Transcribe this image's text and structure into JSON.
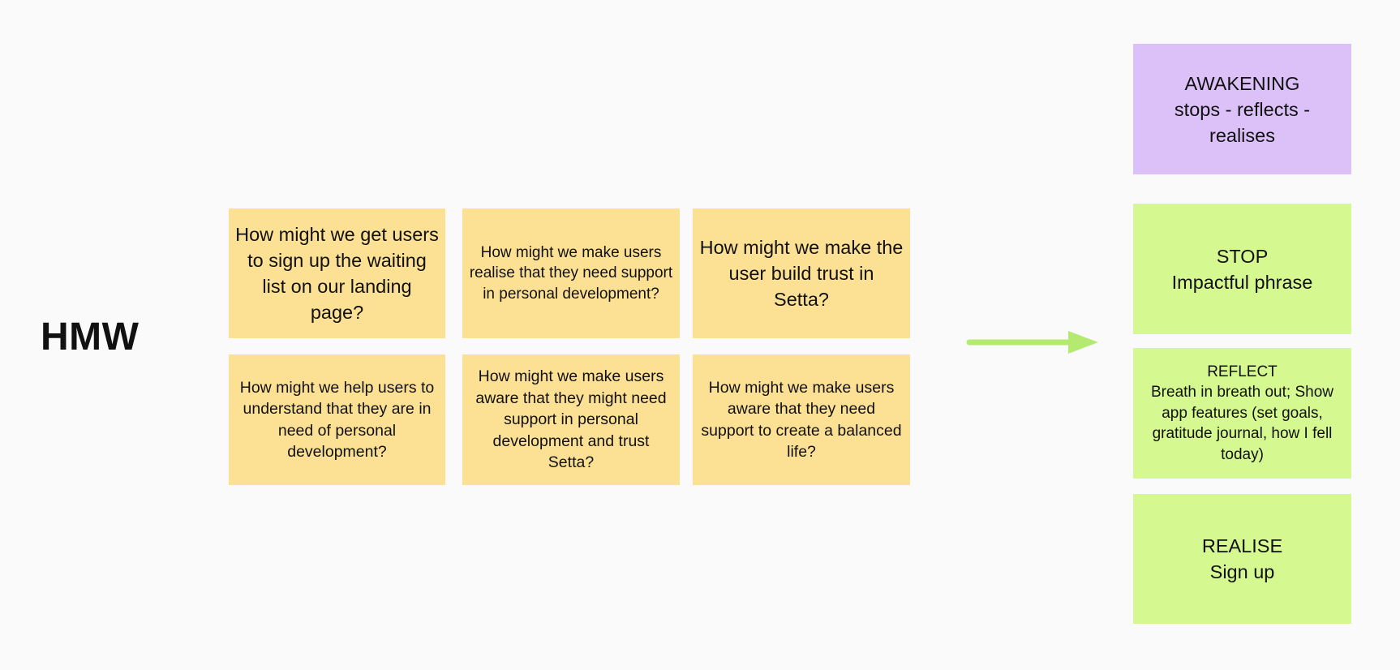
{
  "heading": "HMW",
  "questions": [
    "How might we get users to sign up the waiting list on our landing page?",
    "How might we make users realise that they need support in personal development?",
    "How might we make the user build trust in Setta?",
    "How might we help users to understand that they are in need of personal development?",
    "How might we make users aware that they might need support in personal development and trust Setta?",
    "How might we make users aware that they need support to create a balanced life?"
  ],
  "flow": {
    "awakening": {
      "title": "AWAKENING",
      "text": "stops - reflects - realises"
    },
    "stop": {
      "title": "STOP",
      "text": "Impactful phrase"
    },
    "reflect": {
      "title": "REFLECT",
      "text": "Breath in breath out; Show app features (set goals, gratitude journal, how I fell today)"
    },
    "realise": {
      "title": "REALISE",
      "text": "Sign up"
    }
  },
  "colors": {
    "background": "#fafafa",
    "question_note": "#fce093",
    "awakening_note": "#dcc1f9",
    "step_note": "#d5f990",
    "arrow": "#b3ea6f"
  }
}
